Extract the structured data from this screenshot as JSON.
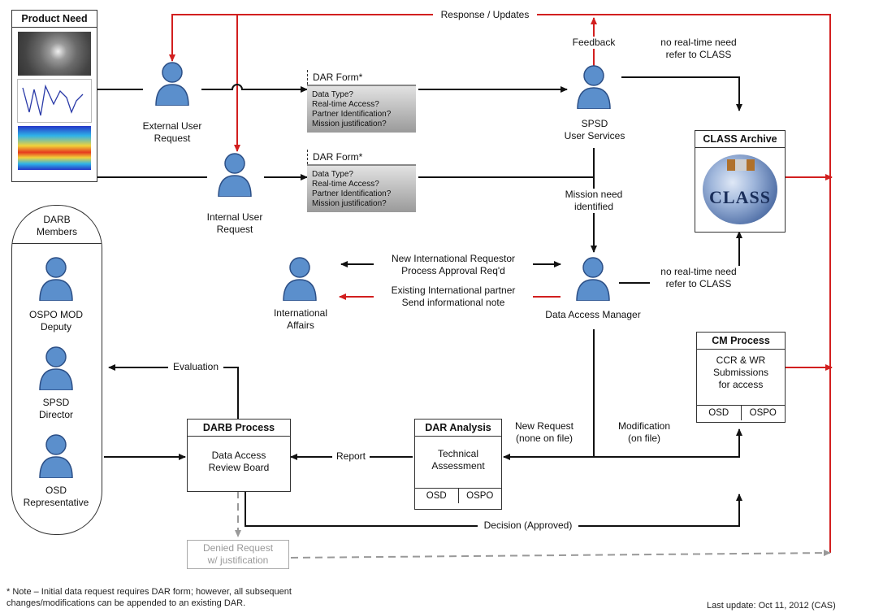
{
  "product_need": {
    "title": "Product Need"
  },
  "labels": {
    "response_updates": "Response / Updates",
    "feedback": "Feedback",
    "no_realtime_1a": "no real-time need",
    "no_realtime_1b": "refer to CLASS",
    "no_realtime_2a": "no real-time need",
    "no_realtime_2b": "refer to CLASS",
    "mission_need_a": "Mission need",
    "mission_need_b": "identified",
    "new_intl_a": "New International Requestor",
    "new_intl_b": "Process Approval Req'd",
    "existing_a": "Existing International partner",
    "existing_b": "Send informational note",
    "evaluation": "Evaluation",
    "report": "Report",
    "decision": "Decision (Approved)",
    "new_request_a": "New Request",
    "new_request_b": "(none on file)",
    "modification_a": "Modification",
    "modification_b": "(on file)"
  },
  "people": {
    "external_user": [
      "External User",
      "Request"
    ],
    "internal_user": [
      "Internal User",
      "Request"
    ],
    "spsd_user_services": [
      "SPSD",
      "User Services"
    ],
    "international_affairs": [
      "International",
      "Affairs"
    ],
    "data_access_manager": [
      "Data Access Manager"
    ]
  },
  "dar_form": {
    "title": "DAR Form*",
    "questions": [
      "Data Type?",
      "Real-time Access?",
      "Partner Identification?",
      "Mission justification?"
    ]
  },
  "class_archive": {
    "title": "CLASS Archive",
    "logo_text": "CLASS"
  },
  "darb_members": {
    "title": [
      "DARB",
      "Members"
    ],
    "members": [
      [
        "OSPO MOD",
        "Deputy"
      ],
      [
        "SPSD",
        "Director"
      ],
      [
        "OSD",
        "Representative"
      ]
    ]
  },
  "darb_process": {
    "title": "DARB Process",
    "body": [
      "Data Access",
      "Review Board"
    ]
  },
  "dar_analysis": {
    "title": "DAR Analysis",
    "body": [
      "Technical",
      "Assessment"
    ],
    "cells": [
      "OSD",
      "OSPO"
    ]
  },
  "cm_process": {
    "title": "CM Process",
    "body": [
      "CCR & WR",
      "Submissions",
      "for access"
    ],
    "cells": [
      "OSD",
      "OSPO"
    ]
  },
  "denied": {
    "lines": [
      "Denied Request",
      "w/ justification"
    ]
  },
  "footnote": [
    "* Note – Initial data request requires DAR form; however, all subsequent",
    "changes/modifications can be appended to an existing DAR."
  ],
  "last_update": "Last update: Oct 11, 2012 (CAS)",
  "colors": {
    "red": "#d21f1f",
    "dark": "#111111",
    "gray": "#999999",
    "person": "#5b8fcc"
  }
}
